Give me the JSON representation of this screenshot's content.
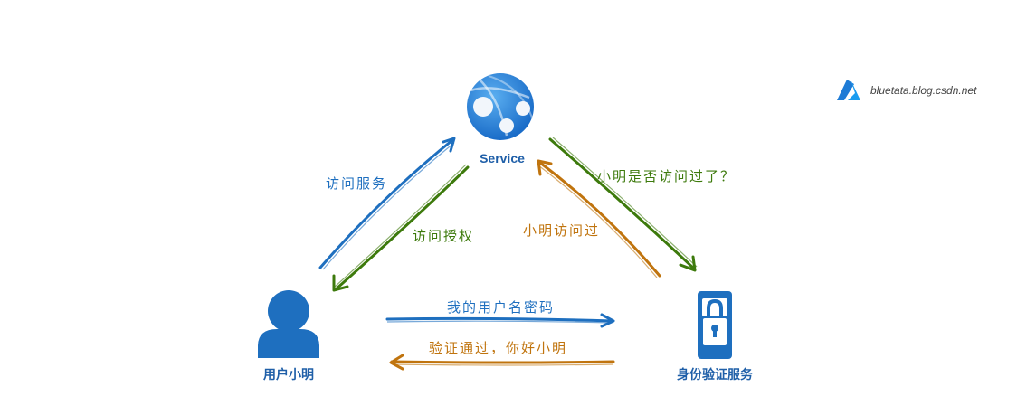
{
  "nodes": {
    "service": {
      "label": "Service"
    },
    "user": {
      "label": "用户小明"
    },
    "auth": {
      "label": "身份验证服务"
    }
  },
  "edges": {
    "access_service": "访问服务",
    "access_granted": "访问授权",
    "has_visited_query": "小明是否访问过了？",
    "has_visited": "小明访问过",
    "credentials": "我的用户名密码",
    "verified": "验证通过，你好小明"
  },
  "watermark": {
    "text": "bluetata.blog.csdn.net"
  },
  "colors": {
    "blue": "#1e6fbf",
    "green": "#3d7a0c",
    "orange": "#c0740e",
    "label_blue": "#1f5fa8"
  }
}
